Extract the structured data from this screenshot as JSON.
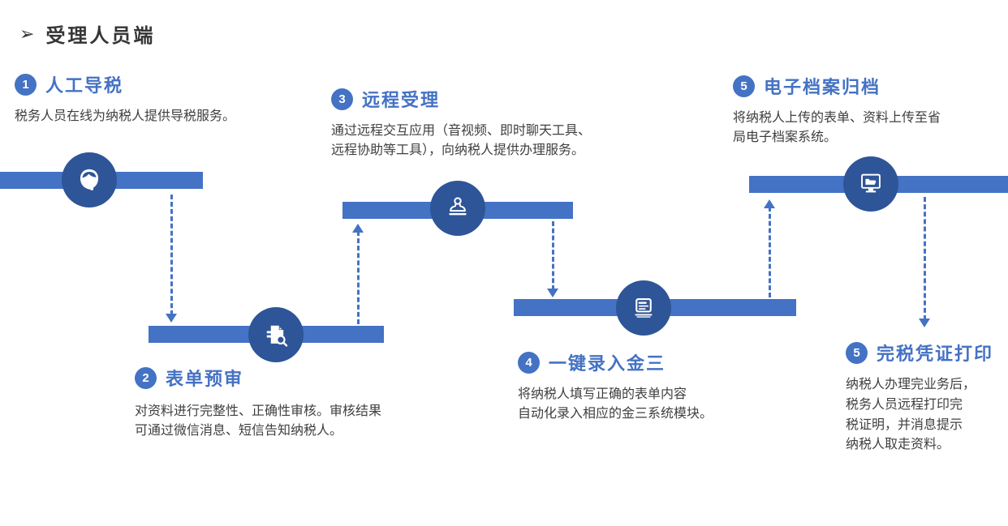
{
  "header": {
    "bullet": "➢",
    "title": "受理人员端"
  },
  "colors": {
    "bar_blue": "#4472C4",
    "node_dark_blue": "#2E5597",
    "accent_title_blue": "#4472C4",
    "body_text": "#3F3F3F",
    "heading_text": "#353535"
  },
  "steps": [
    {
      "number": "1",
      "title": "人工导税",
      "description": "税务人员在线为纳税人提供导税服务。",
      "icon": "headset-agent-icon"
    },
    {
      "number": "2",
      "title": "表单预审",
      "description": "对资料进行完整性、正确性审核。审核结果\n可通过微信消息、短信告知纳税人。",
      "icon": "document-search-icon"
    },
    {
      "number": "3",
      "title": "远程受理",
      "description": "通过远程交互应用（音视频、即时聊天工具、\n远程协助等工具），向纳税人提供办理服务。",
      "icon": "stamp-icon"
    },
    {
      "number": "4",
      "title": "一键录入金三",
      "description": "将纳税人填写正确的表单内容\n自动化录入相应的金三系统模块。",
      "icon": "form-entry-icon"
    },
    {
      "number": "5",
      "title": "电子档案归档",
      "description": "将纳税人上传的表单、资料上传至省\n局电子档案系统。",
      "icon": "monitor-folder-icon"
    },
    {
      "number": "5",
      "title": "完税凭证打印",
      "description": "纳税人办理完业务后，\n税务人员远程打印完\n税证明，并消息提示\n纳税人取走资料。",
      "icon": null
    }
  ]
}
